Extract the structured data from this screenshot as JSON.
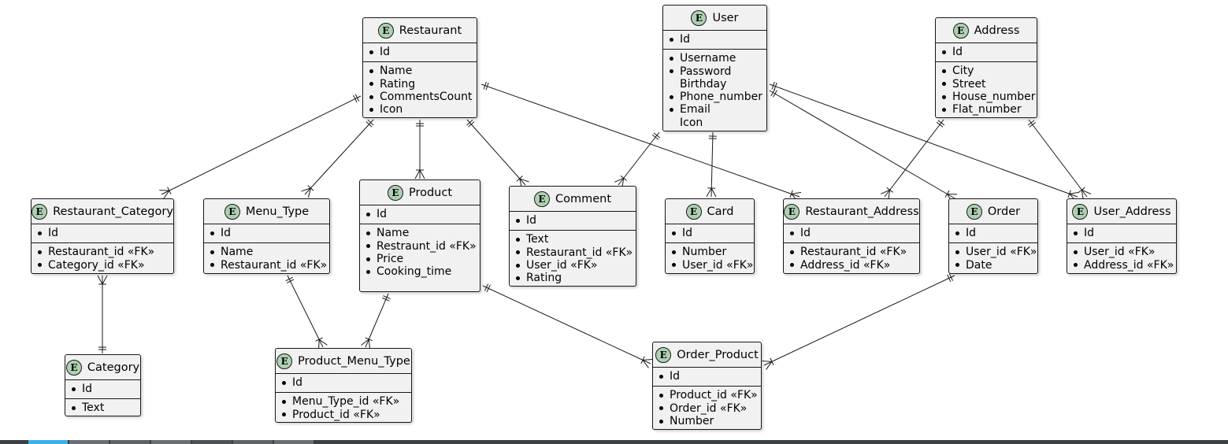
{
  "entities": [
    {
      "id": "restaurant",
      "name": "Restaurant",
      "badge": "E",
      "keys": [
        {
          "text": "Id",
          "bullet": true
        }
      ],
      "attrs": [
        {
          "text": "Name",
          "bullet": true
        },
        {
          "text": "Rating",
          "bullet": true
        },
        {
          "text": "CommentsCount",
          "bullet": true
        },
        {
          "text": "Icon",
          "bullet": true
        }
      ]
    },
    {
      "id": "user",
      "name": "User",
      "badge": "E",
      "keys": [
        {
          "text": "Id",
          "bullet": true
        }
      ],
      "attrs": [
        {
          "text": "Username",
          "bullet": true
        },
        {
          "text": "Password",
          "bullet": true
        },
        {
          "text": "Birthday",
          "bullet": false
        },
        {
          "text": "Phone_number",
          "bullet": true
        },
        {
          "text": "Email",
          "bullet": true
        },
        {
          "text": "Icon",
          "bullet": false
        }
      ]
    },
    {
      "id": "address",
      "name": "Address",
      "badge": "E",
      "keys": [
        {
          "text": "Id",
          "bullet": true
        }
      ],
      "attrs": [
        {
          "text": "City",
          "bullet": true
        },
        {
          "text": "Street",
          "bullet": true
        },
        {
          "text": "House_number",
          "bullet": true
        },
        {
          "text": "Flat_number",
          "bullet": true
        }
      ]
    },
    {
      "id": "restaurant_category",
      "name": "Restaurant_Category",
      "badge": "E",
      "keys": [
        {
          "text": "Id",
          "bullet": true
        }
      ],
      "attrs": [
        {
          "text": "Restaurant_id «FK»",
          "bullet": true
        },
        {
          "text": "Category_id «FK»",
          "bullet": true
        }
      ]
    },
    {
      "id": "menu_type",
      "name": "Menu_Type",
      "badge": "E",
      "keys": [
        {
          "text": "Id",
          "bullet": true
        }
      ],
      "attrs": [
        {
          "text": "Name",
          "bullet": true
        },
        {
          "text": "Restaurant_id «FK»",
          "bullet": true
        }
      ]
    },
    {
      "id": "product",
      "name": "Product",
      "badge": "E",
      "keys": [
        {
          "text": "Id",
          "bullet": true
        }
      ],
      "attrs": [
        {
          "text": "Name",
          "bullet": true
        },
        {
          "text": "Restraunt_id «FK»",
          "bullet": true
        },
        {
          "text": "Price",
          "bullet": true
        },
        {
          "text": "Cooking_time",
          "bullet": true
        }
      ]
    },
    {
      "id": "comment",
      "name": "Comment",
      "badge": "E",
      "keys": [
        {
          "text": "Id",
          "bullet": true
        }
      ],
      "attrs": [
        {
          "text": "Text",
          "bullet": true
        },
        {
          "text": "Restaurant_id «FK»",
          "bullet": true
        },
        {
          "text": "User_id «FK»",
          "bullet": true
        },
        {
          "text": "Rating",
          "bullet": true
        }
      ]
    },
    {
      "id": "card",
      "name": "Card",
      "badge": "E",
      "keys": [
        {
          "text": "Id",
          "bullet": true
        }
      ],
      "attrs": [
        {
          "text": "Number",
          "bullet": true
        },
        {
          "text": "User_id «FK»",
          "bullet": true
        }
      ]
    },
    {
      "id": "restaurant_address",
      "name": "Restaurant_Address",
      "badge": "E",
      "keys": [
        {
          "text": "Id",
          "bullet": true
        }
      ],
      "attrs": [
        {
          "text": "Restaurant_id «FK»",
          "bullet": true
        },
        {
          "text": "Address_id «FK»",
          "bullet": true
        }
      ]
    },
    {
      "id": "order",
      "name": "Order",
      "badge": "E",
      "keys": [
        {
          "text": "Id",
          "bullet": true
        }
      ],
      "attrs": [
        {
          "text": "User_id «FK»",
          "bullet": true
        },
        {
          "text": "Date",
          "bullet": true
        }
      ]
    },
    {
      "id": "user_address",
      "name": "User_Address",
      "badge": "E",
      "keys": [
        {
          "text": "Id",
          "bullet": true
        }
      ],
      "attrs": [
        {
          "text": "User_id «FK»",
          "bullet": true
        },
        {
          "text": "Address_id «FK»",
          "bullet": true
        }
      ]
    },
    {
      "id": "category",
      "name": "Category",
      "badge": "E",
      "keys": [
        {
          "text": "Id",
          "bullet": true
        }
      ],
      "attrs": [
        {
          "text": "Text",
          "bullet": true
        }
      ]
    },
    {
      "id": "product_menu_type",
      "name": "Product_Menu_Type",
      "badge": "E",
      "keys": [
        {
          "text": "Id",
          "bullet": true
        }
      ],
      "attrs": [
        {
          "text": "Menu_Type_id «FK»",
          "bullet": true
        },
        {
          "text": "Product_id «FK»",
          "bullet": true
        }
      ]
    },
    {
      "id": "order_product",
      "name": "Order_Product",
      "badge": "E",
      "keys": [
        {
          "text": "Id",
          "bullet": true
        }
      ],
      "attrs": [
        {
          "text": "Product_id «FK»",
          "bullet": true
        },
        {
          "text": "Order_id «FK»",
          "bullet": true
        },
        {
          "text": "Number",
          "bullet": true
        }
      ]
    }
  ],
  "relations": [
    {
      "from": "restaurant",
      "to": "restaurant_category",
      "from_end": "one",
      "to_end": "many"
    },
    {
      "from": "restaurant",
      "to": "menu_type",
      "from_end": "one",
      "to_end": "many"
    },
    {
      "from": "restaurant",
      "to": "product",
      "from_end": "one",
      "to_end": "many"
    },
    {
      "from": "restaurant",
      "to": "comment",
      "from_end": "one",
      "to_end": "many"
    },
    {
      "from": "restaurant",
      "to": "restaurant_address",
      "from_end": "one",
      "to_end": "many"
    },
    {
      "from": "user",
      "to": "comment",
      "from_end": "one",
      "to_end": "many"
    },
    {
      "from": "user",
      "to": "card",
      "from_end": "one",
      "to_end": "many"
    },
    {
      "from": "user",
      "to": "order",
      "from_end": "one",
      "to_end": "many"
    },
    {
      "from": "user",
      "to": "user_address",
      "from_end": "one",
      "to_end": "many"
    },
    {
      "from": "address",
      "to": "restaurant_address",
      "from_end": "one",
      "to_end": "many"
    },
    {
      "from": "address",
      "to": "user_address",
      "from_end": "one",
      "to_end": "many"
    },
    {
      "from": "restaurant_category",
      "to": "category",
      "from_end": "many",
      "to_end": "one"
    },
    {
      "from": "menu_type",
      "to": "product_menu_type",
      "from_end": "one",
      "to_end": "many"
    },
    {
      "from": "product",
      "to": "product_menu_type",
      "from_end": "one",
      "to_end": "many"
    },
    {
      "from": "product",
      "to": "order_product",
      "from_end": "one",
      "to_end": "many"
    },
    {
      "from": "order",
      "to": "order_product",
      "from_end": "one",
      "to_end": "many"
    }
  ],
  "colors": {
    "entity_fill": "#f1f1f1",
    "badge_fill": "#add1b2",
    "stroke": "#181818"
  }
}
